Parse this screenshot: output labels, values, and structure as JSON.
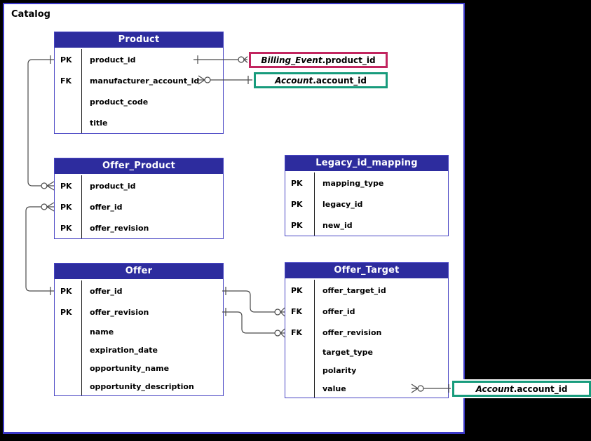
{
  "diagram": {
    "title": "Catalog",
    "type": "entity-relationship-diagram"
  },
  "colors": {
    "canvas_background": "#000000",
    "frame_border": "#3B38C8",
    "table_header_bg": "#2D2C9E",
    "table_header_text": "#FFFFFF",
    "table_border": "#4845C4",
    "connector_line": "#4A4A4A",
    "billing_event_ref_border": "#C2255F",
    "account_ref_border": "#179B7C"
  },
  "tables": [
    {
      "name": "Product",
      "rows": [
        {
          "key": "PK",
          "name": "product_id"
        },
        {
          "key": "FK",
          "name": "manufacturer_account_id"
        },
        {
          "key": "",
          "name": "product_code"
        },
        {
          "key": "",
          "name": "title"
        }
      ]
    },
    {
      "name": "Offer_Product",
      "rows": [
        {
          "key": "PK",
          "name": "product_id"
        },
        {
          "key": "PK",
          "name": "offer_id"
        },
        {
          "key": "PK",
          "name": "offer_revision"
        }
      ]
    },
    {
      "name": "Legacy_id_mapping",
      "rows": [
        {
          "key": "PK",
          "name": "mapping_type"
        },
        {
          "key": "PK",
          "name": "legacy_id"
        },
        {
          "key": "PK",
          "name": "new_id"
        }
      ]
    },
    {
      "name": "Offer",
      "rows": [
        {
          "key": "PK",
          "name": "offer_id"
        },
        {
          "key": "PK",
          "name": "offer_revision"
        },
        {
          "key": "",
          "name": "name"
        },
        {
          "key": "",
          "name": "expiration_date"
        },
        {
          "key": "",
          "name": "opportunity_name"
        },
        {
          "key": "",
          "name": "opportunity_description"
        }
      ]
    },
    {
      "name": "Offer_Target",
      "rows": [
        {
          "key": "PK",
          "name": "offer_target_id"
        },
        {
          "key": "FK",
          "name": "offer_id"
        },
        {
          "key": "FK",
          "name": "offer_revision"
        },
        {
          "key": "",
          "name": "target_type"
        },
        {
          "key": "",
          "name": "polarity"
        },
        {
          "key": "",
          "name": "value"
        }
      ]
    }
  ],
  "refs": [
    {
      "table": "Billing_Event",
      "column": ".product_id",
      "border_color": "#C2255F"
    },
    {
      "table": "Account",
      "column": ".account_id",
      "border_color": "#179B7C"
    },
    {
      "table": "Account",
      "column": ".account_id",
      "border_color": "#179B7C"
    }
  ],
  "relationships": [
    {
      "from": "Product.product_id",
      "from_cardinality": "one",
      "to": "Billing_Event.product_id",
      "to_cardinality": "zero-or-many"
    },
    {
      "from": "Product.manufacturer_account_id",
      "from_cardinality": "zero-or-many",
      "to": "Account.account_id",
      "to_cardinality": "one"
    },
    {
      "from": "Product.product_id",
      "from_cardinality": "one",
      "to": "Offer_Product.product_id",
      "to_cardinality": "zero-or-many"
    },
    {
      "from": "Offer.offer_id",
      "from_cardinality": "one",
      "to": "Offer_Product.offer_id",
      "to_cardinality": "zero-or-many"
    },
    {
      "from": "Offer.offer_id",
      "from_cardinality": "one",
      "to": "Offer_Target.offer_id",
      "to_cardinality": "zero-or-many"
    },
    {
      "from": "Offer.offer_revision",
      "from_cardinality": "one",
      "to": "Offer_Target.offer_revision",
      "to_cardinality": "zero-or-many"
    },
    {
      "from": "Offer_Target.value",
      "from_cardinality": "zero-or-many",
      "to": "Account.account_id",
      "to_cardinality": "one"
    }
  ]
}
